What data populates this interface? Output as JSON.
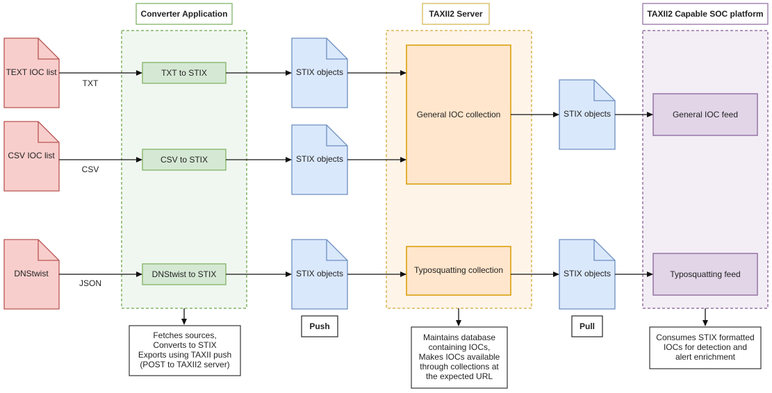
{
  "headers": {
    "converter": "Converter Application",
    "taxii": "TAXII2 Server",
    "soc": "TAXII2 Capable SOC platform"
  },
  "sources": {
    "text": "TEXT IOC list",
    "csv": "CSV IOC list",
    "dnstwist": "DNStwist"
  },
  "edge_labels": {
    "txt": "TXT",
    "csv": "CSV",
    "json": "JSON"
  },
  "converters": {
    "txt": "TXT to STIX",
    "csv": "CSV to STIX",
    "dnstwist": "DNStwist to STIX"
  },
  "stix_label": "STIX objects",
  "collections": {
    "general": "General IOC collection",
    "typosquatting": "Typosquatting collection"
  },
  "feeds": {
    "general": "General IOC feed",
    "typosquatting": "Typosquatting feed"
  },
  "tags": {
    "push": "Push",
    "pull": "Pull"
  },
  "notes": {
    "converter": [
      "Fetches sources,",
      "Converts to STIX",
      "Exports using TAXII push",
      "(POST to TAXII2 server)"
    ],
    "taxii": [
      "Maintains database",
      "containing IOCs,",
      "Makes IOCs available",
      "through collections at",
      "the expected URL"
    ],
    "soc": [
      "Consumes STIX formatted",
      "IOCs for detection and",
      "alert enrichment"
    ]
  },
  "colors": {
    "source_fill": "#f8cecc",
    "source_stroke": "#b85450",
    "converter_fill": "#d5e8d4",
    "converter_stroke": "#82b366",
    "stix_fill": "#dae8fc",
    "stix_stroke": "#6c8ebf",
    "taxii_fill": "#ffe6cc",
    "taxii_stroke": "#d6b656",
    "collection_stroke": "#d79b00",
    "soc_fill": "#e1d5e7",
    "soc_stroke": "#9673a6"
  }
}
